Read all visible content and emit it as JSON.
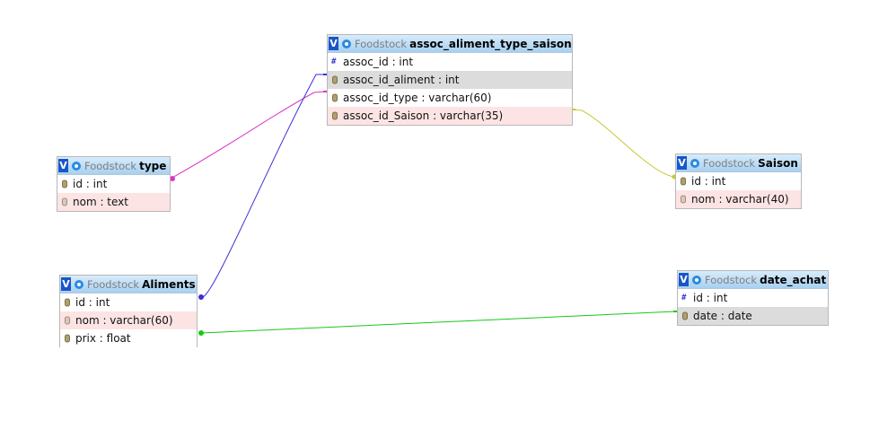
{
  "database": "Foodstock",
  "colors": {
    "header_top": "#d8ecfb",
    "header_bottom": "#a7d0f0",
    "v_button": "#1a56c8",
    "row_grey": "#dcdcdc",
    "row_pink": "#fde4e4",
    "relation_type": "#d838c8",
    "relation_aliment": "#3b2fd6",
    "relation_saison": "#c8c830",
    "relation_date": "#18c818"
  },
  "tables": {
    "assoc": {
      "v": "V",
      "db": "Foodstock",
      "name": "assoc_aliment_type_saison",
      "columns": [
        {
          "text": "assoc_id : int",
          "icon": "hash-icon"
        },
        {
          "text": "assoc_id_aliment : int",
          "icon": "column-icon"
        },
        {
          "text": "assoc_id_type : varchar(60)",
          "icon": "column-icon"
        },
        {
          "text": "assoc_id_Saison : varchar(35)",
          "icon": "column-icon"
        }
      ]
    },
    "type": {
      "v": "V",
      "db": "Foodstock",
      "name": "type",
      "columns": [
        {
          "text": "id : int",
          "icon": "column-icon"
        },
        {
          "text": "nom : text",
          "icon": "column-icon"
        }
      ]
    },
    "saison": {
      "v": "V",
      "db": "Foodstock",
      "name": "Saison",
      "columns": [
        {
          "text": "id : int",
          "icon": "column-icon"
        },
        {
          "text": "nom : varchar(40)",
          "icon": "column-icon"
        }
      ]
    },
    "aliments": {
      "v": "V",
      "db": "Foodstock",
      "name": "Aliments",
      "columns": [
        {
          "text": "id : int",
          "icon": "column-icon"
        },
        {
          "text": "nom : varchar(60)",
          "icon": "column-icon"
        },
        {
          "text": "prix : float",
          "icon": "column-icon"
        }
      ]
    },
    "date_achat": {
      "v": "V",
      "db": "Foodstock",
      "name": "date_achat",
      "columns": [
        {
          "text": "id : int",
          "icon": "hash-icon"
        },
        {
          "text": "date : date",
          "icon": "column-icon"
        }
      ]
    }
  }
}
